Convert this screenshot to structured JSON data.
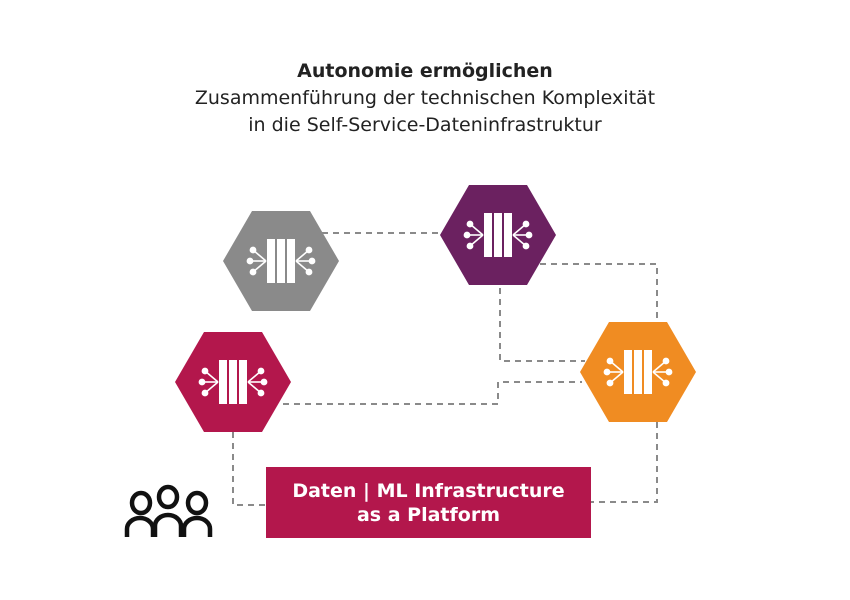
{
  "header": {
    "title": "Autonomie ermöglichen",
    "subtitle_line1": "Zusammenführung der technischen Komplexität",
    "subtitle_line2": "in die Self-Service-Dateninfrastruktur"
  },
  "platform_box": {
    "line1": "Daten | ML Infrastructure",
    "line2": "as a Platform"
  },
  "colors": {
    "gray": "#8a8a8a",
    "purple": "#6b2160",
    "crimson": "#b3174c",
    "orange": "#f08c22",
    "connector": "#8a8a8a"
  },
  "icons": {
    "node": "data-pipeline-icon",
    "users": "people-group-icon"
  }
}
